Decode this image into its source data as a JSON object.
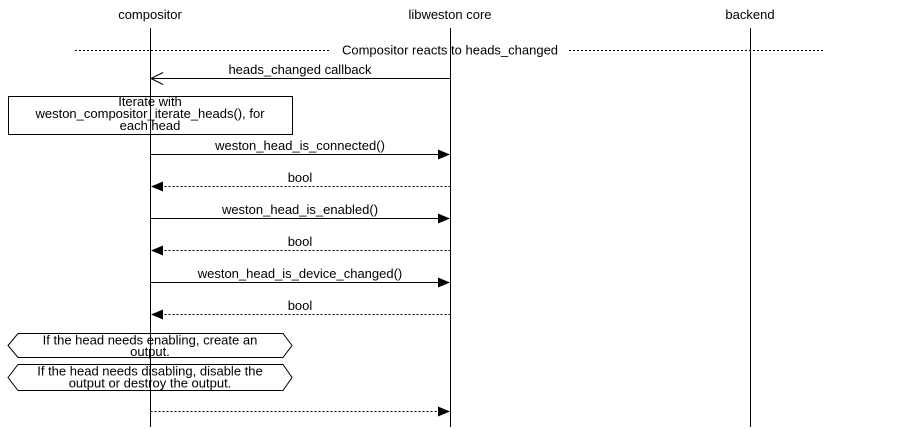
{
  "diagram": {
    "type": "sequence",
    "participants": [
      {
        "label": "compositor"
      },
      {
        "label": "libweston core"
      },
      {
        "label": "backend"
      }
    ],
    "divider": {
      "label": "Compositor reacts to heads_changed"
    },
    "messages": [
      {
        "label": "heads_changed callback",
        "from": "libweston core",
        "to": "compositor",
        "line": "solid",
        "arrowhead": "open"
      },
      {
        "label": "weston_head_is_connected()",
        "from": "compositor",
        "to": "libweston core",
        "line": "solid",
        "arrowhead": "filled"
      },
      {
        "label": "bool",
        "from": "libweston core",
        "to": "compositor",
        "line": "dotted",
        "arrowhead": "filled"
      },
      {
        "label": "weston_head_is_enabled()",
        "from": "compositor",
        "to": "libweston core",
        "line": "solid",
        "arrowhead": "filled"
      },
      {
        "label": "bool",
        "from": "libweston core",
        "to": "compositor",
        "line": "dotted",
        "arrowhead": "filled"
      },
      {
        "label": "weston_head_is_device_changed()",
        "from": "compositor",
        "to": "libweston core",
        "line": "solid",
        "arrowhead": "filled"
      },
      {
        "label": "bool",
        "from": "libweston core",
        "to": "compositor",
        "line": "dotted",
        "arrowhead": "filled"
      },
      {
        "label": "",
        "from": "compositor",
        "to": "libweston core",
        "line": "dotted",
        "arrowhead": "filled"
      }
    ],
    "notes": [
      {
        "shape": "rectangle",
        "lines": [
          "Iterate with",
          "weston_compositor_iterate_heads(), for",
          "each head"
        ]
      },
      {
        "shape": "hexagon",
        "lines": [
          "If the head needs enabling, create an",
          "output."
        ]
      },
      {
        "shape": "hexagon",
        "lines": [
          "If the head needs disabling, disable the",
          "output or destroy the output."
        ]
      }
    ],
    "colors": {
      "foreground": "#000000",
      "background": "#ffffff"
    }
  }
}
